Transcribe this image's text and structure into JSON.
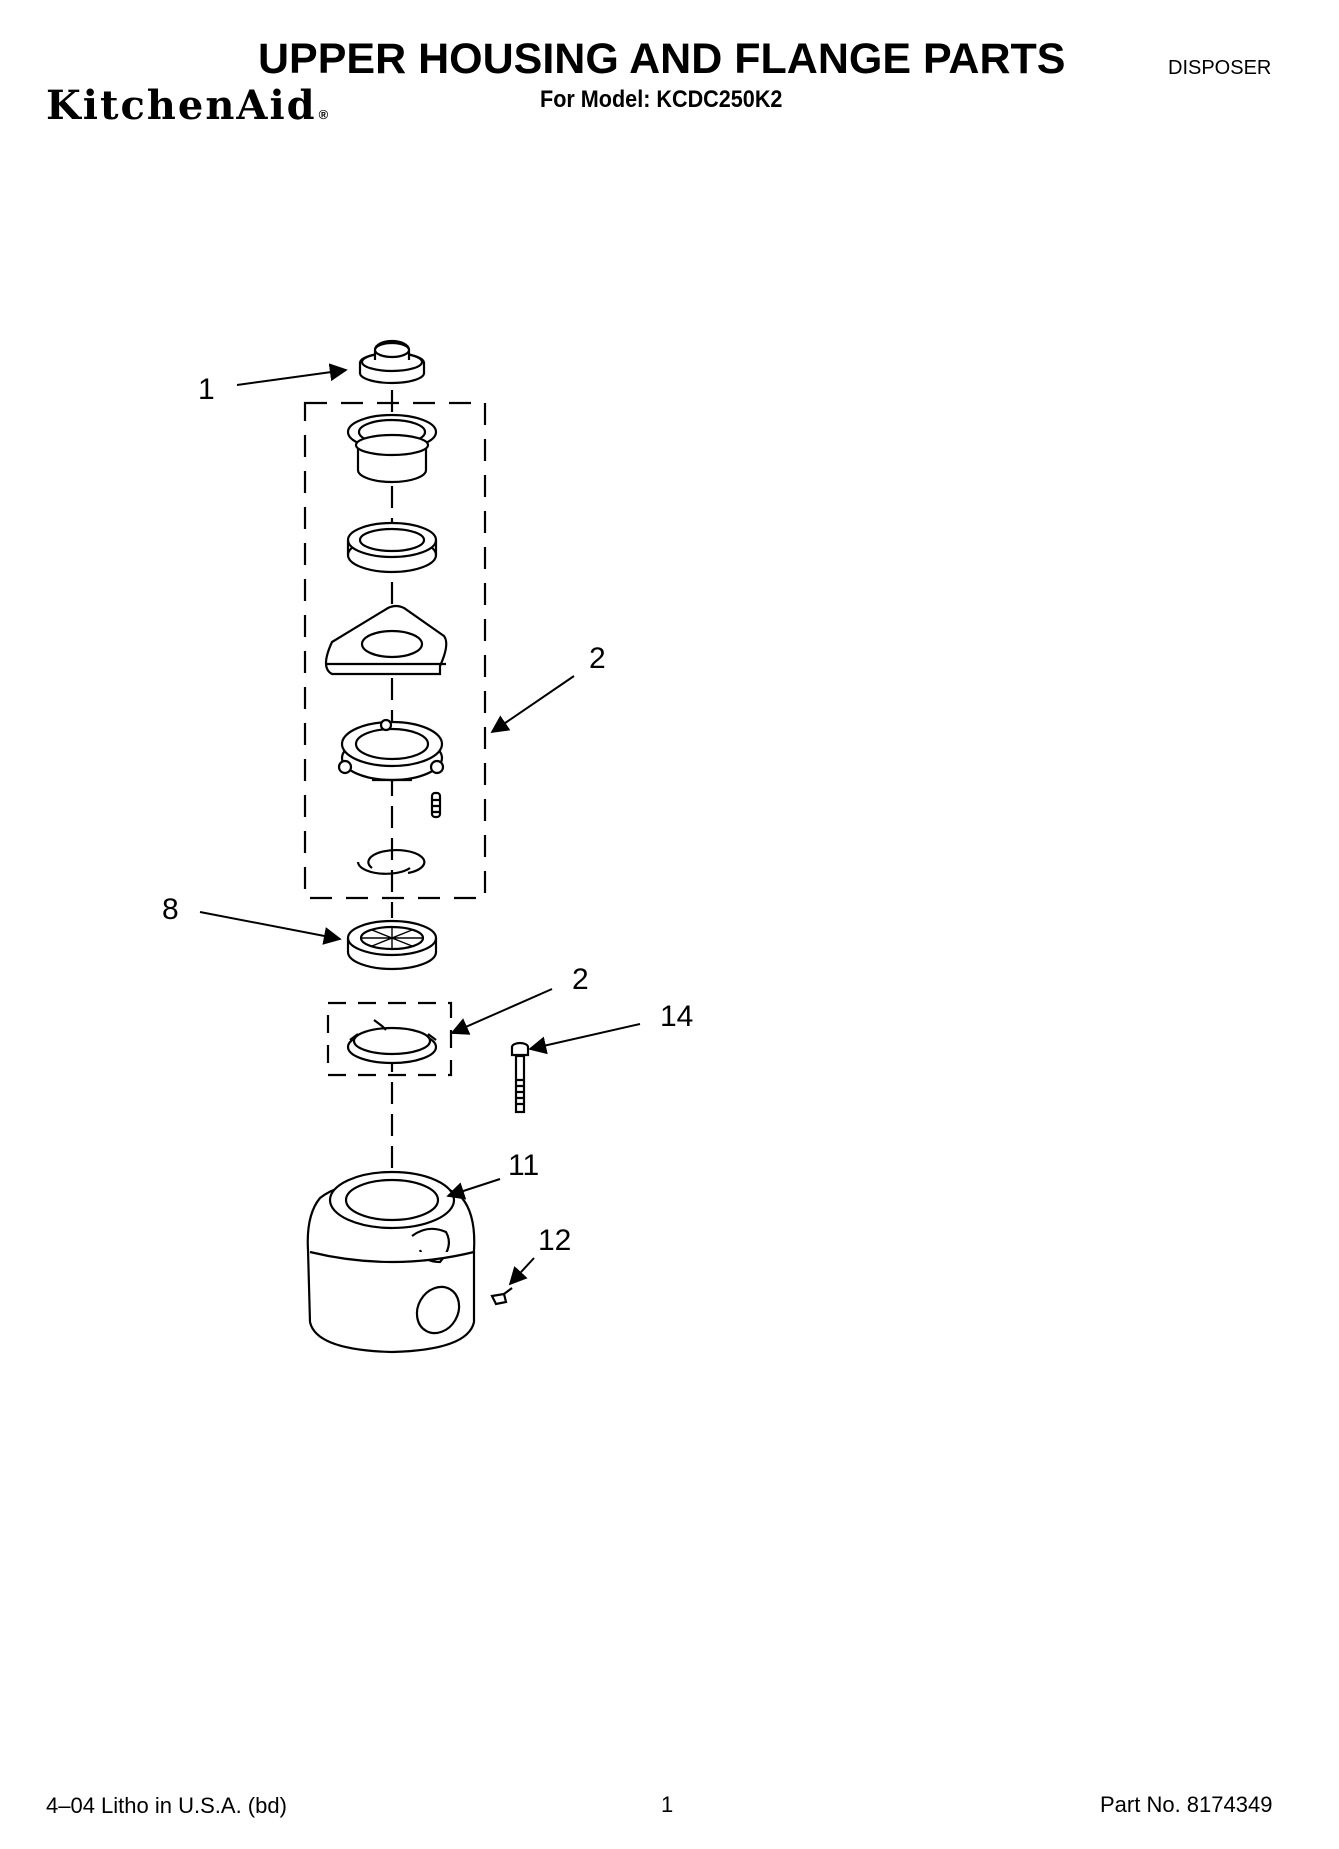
{
  "header": {
    "brand": "KitchenAid",
    "brand_mark": "®",
    "title": "UPPER HOUSING AND FLANGE PARTS",
    "model_line": "For Model: KCDC250K2",
    "category": "DISPOSER"
  },
  "callouts": [
    "1",
    "2",
    "8",
    "2",
    "14",
    "11",
    "12"
  ],
  "footer": {
    "litho": "4–04 Litho in U.S.A. (bd)",
    "page": "1",
    "part_number": "Part No. 8174349"
  }
}
